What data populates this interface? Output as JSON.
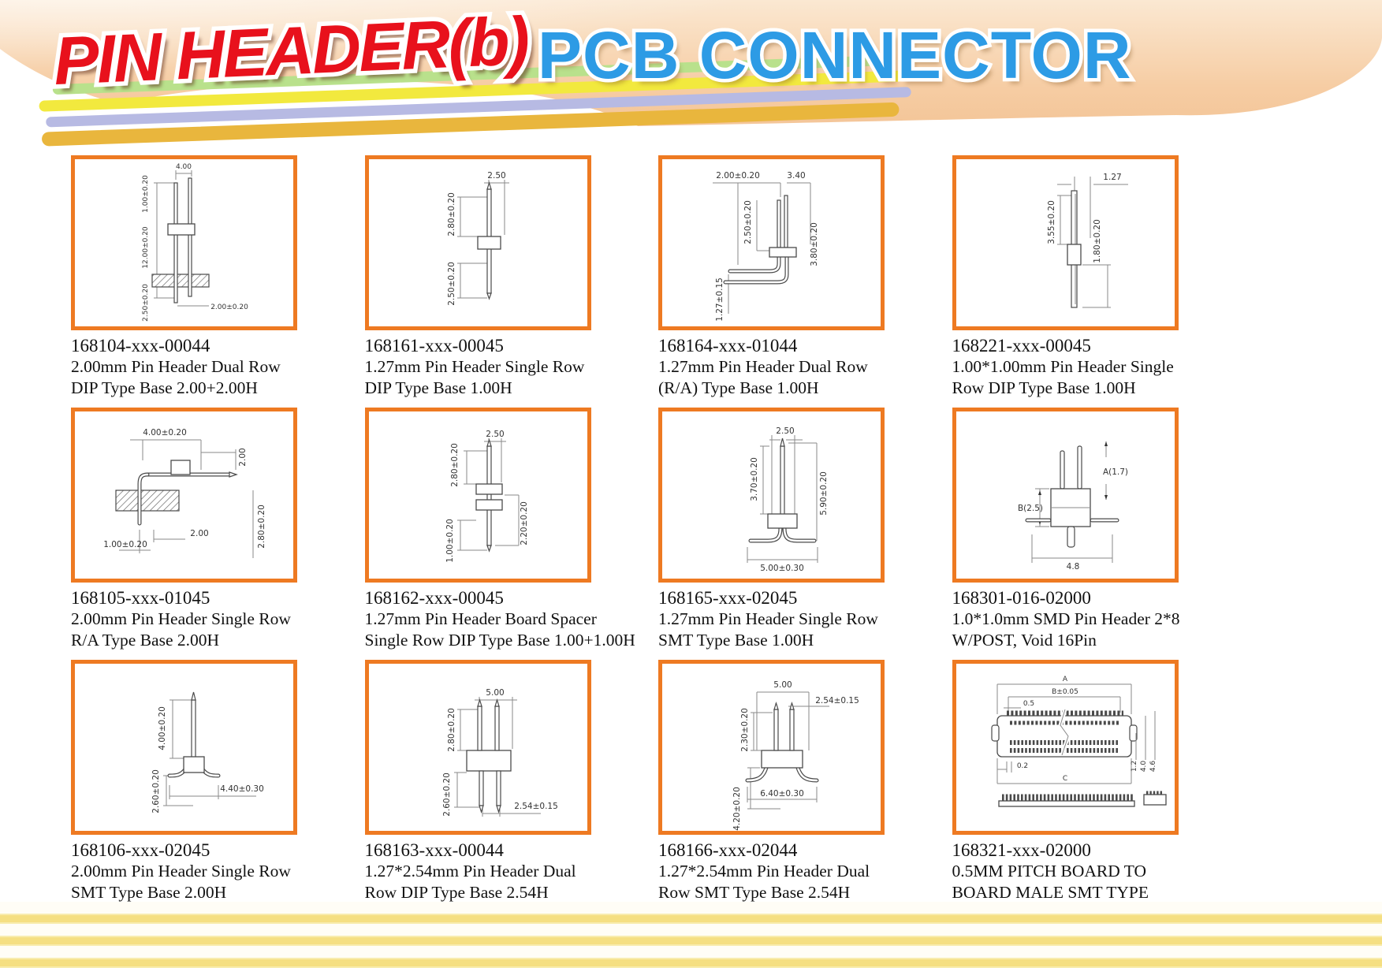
{
  "header": {
    "page_title": "PIN HEADER(b)",
    "banner_title": "PCB CONNECTOR"
  },
  "colors": {
    "box_border": "#ee7a22",
    "title_red": "#e8111c",
    "banner_blue": "#2d9be5",
    "banner_peach": "#f6cda4",
    "stripe_green": "#b9e18c",
    "stripe_yellow": "#f2e93e",
    "stripe_lavender": "#b7bae3",
    "stripe_gold": "#e9b63d",
    "footer_yellow": "#f5df82"
  },
  "cells": [
    {
      "part_number": "168104-xxx-00044",
      "desc": [
        "2.00mm Pin Header Dual Row",
        "DIP Type Base 2.00+2.00H"
      ],
      "dims": [
        "4.00",
        "1.00±0.20",
        "12.00±0.20",
        "2.50±0.20",
        "2.00±0.20"
      ]
    },
    {
      "part_number": "168161-xxx-00045",
      "desc": [
        "1.27mm Pin Header Single Row",
        "DIP Type Base 1.00H"
      ],
      "dims": [
        "2.80±0.20",
        "2.50",
        "2.50±0.20"
      ]
    },
    {
      "part_number": "168164-xxx-01044",
      "desc": [
        "1.27mm Pin Header Dual Row",
        "(R/A) Type Base 1.00H"
      ],
      "dims": [
        "2.00±0.20",
        "3.40",
        "2.50±0.20",
        "3.80±0.20",
        "1.27±0.15"
      ]
    },
    {
      "part_number": "168221-xxx-00045",
      "desc": [
        "1.00*1.00mm Pin Header Single",
        "Row DIP Type Base 1.00H"
      ],
      "dims": [
        "1.27",
        "3.55±0.20",
        "1.80±0.20"
      ]
    },
    {
      "part_number": "168105-xxx-01045",
      "desc": [
        "2.00mm Pin Header Single Row",
        "R/A Type Base 2.00H"
      ],
      "dims": [
        "4.00±0.20",
        "2.00",
        "2.00",
        "1.00±0.20",
        "2.80±0.20"
      ]
    },
    {
      "part_number": "168162-xxx-00045",
      "desc": [
        "1.27mm Pin Header Board Spacer",
        "Single Row DIP Type Base 1.00+1.00H"
      ],
      "dims": [
        "2.80±0.20",
        "2.50",
        "1.00±0.20",
        "2.20±0.20"
      ]
    },
    {
      "part_number": "168165-xxx-02045",
      "desc": [
        "1.27mm Pin Header Single Row",
        "SMT Type Base 1.00H"
      ],
      "dims": [
        "2.50",
        "3.70±0.20",
        "5.90±0.20",
        "5.00±0.30"
      ]
    },
    {
      "part_number": "168301-016-02000",
      "desc": [
        "1.0*1.0mm SMD Pin Header 2*8",
        "W/POST, Void 16Pin"
      ],
      "dims": [
        "A(1.7)",
        "B(2.5)",
        "4.8"
      ]
    },
    {
      "part_number": "168106-xxx-02045",
      "desc": [
        "2.00mm Pin Header Single Row",
        "SMT Type Base 2.00H"
      ],
      "dims": [
        "4.00±0.20",
        "2.60±0.20",
        "4.40±0.30"
      ]
    },
    {
      "part_number": "168163-xxx-00044",
      "desc": [
        "1.27*2.54mm Pin Header Dual",
        "Row DIP Type Base 2.54H"
      ],
      "dims": [
        "2.80±0.20",
        "5.00",
        "2.60±0.20",
        "2.54±0.15"
      ]
    },
    {
      "part_number": "168166-xxx-02044",
      "desc": [
        "1.27*2.54mm Pin Header Dual",
        "Row SMT Type Base 2.54H"
      ],
      "dims": [
        "5.00",
        "2.30±0.20",
        "2.54±0.15",
        "6.40±0.30",
        "4.20±0.20"
      ]
    },
    {
      "part_number": "168321-xxx-02000",
      "desc": [
        "0.5MM PITCH BOARD TO",
        "BOARD MALE SMT TYPE"
      ],
      "dims": [
        "A",
        "B±0.05",
        "0.5",
        "1.2",
        "4.0",
        "4.6",
        "0.2",
        "C"
      ]
    }
  ]
}
